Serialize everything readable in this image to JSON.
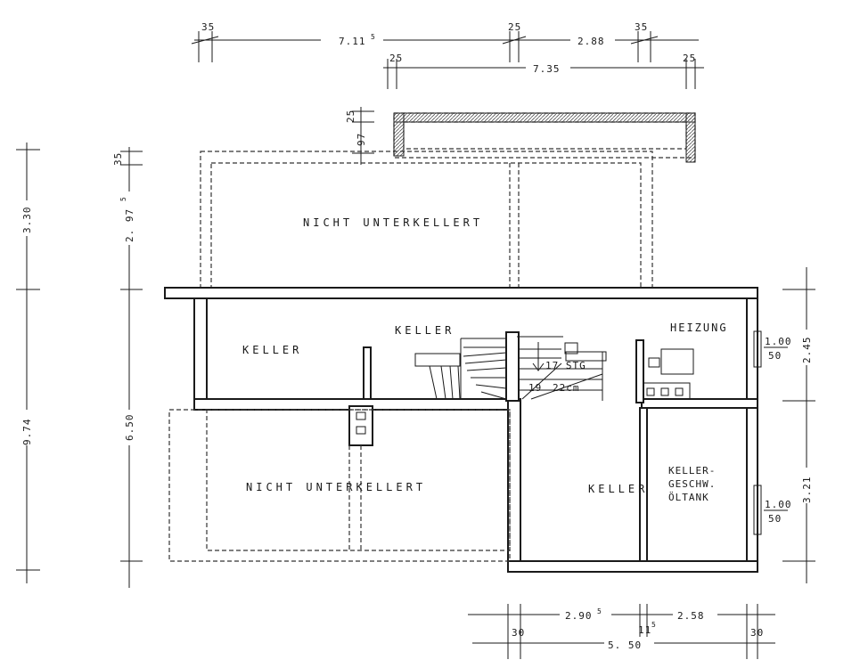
{
  "rooms": {
    "nicht_unterkellert_top": "NICHT UNTERKELLERT",
    "nicht_unterkellert_bottom": "NICHT UNTERKELLERT",
    "keller_left": "KELLER",
    "keller_mid": "KELLER",
    "heizung": "HEIZUNG",
    "keller_right": "KELLER",
    "keller_geschw_1": "KELLER-",
    "keller_geschw_2": "GESCHW.",
    "keller_geschw_3": "ÖLTANK"
  },
  "stair": {
    "steps": "17 STG",
    "rise": "19",
    "run": "22cm"
  },
  "dims": {
    "top_35": "35",
    "top_711": "7.11",
    "top_711_sup": "5",
    "top_25a": "25",
    "top_288": "2.88",
    "top_35b": "35",
    "row2_25a": "25",
    "row2_735": "7.35",
    "row2_25b": "25",
    "v_25": "25",
    "v_97": "97",
    "v_35": "35",
    "v_297": "2. 97",
    "v_297_sup": "5",
    "v_330": "3.30",
    "v_650": "6.50",
    "v_974": "9.74",
    "r_245": "2.45",
    "r_100a": "1.00",
    "r_50a": "50",
    "r_100b": "1.00",
    "r_50b": "50",
    "r_321": "3.21",
    "b_2905": "2.90",
    "b_2905_sup": "5",
    "b_11": "11",
    "b_11_sup": "5",
    "b_258": "2.58",
    "b_30a": "30",
    "b_550": "5. 50",
    "b_30b": "30"
  }
}
